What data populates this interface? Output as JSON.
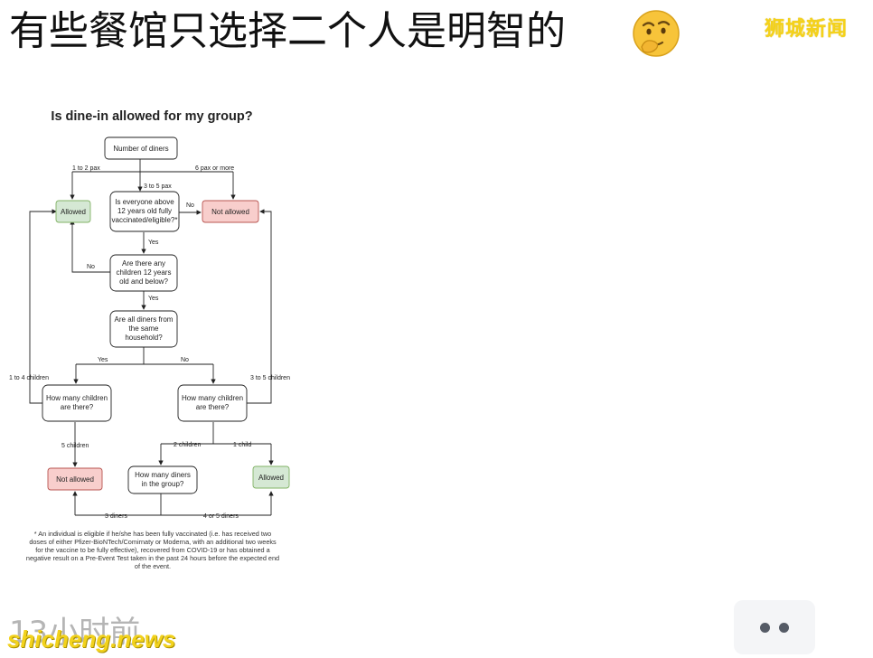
{
  "post": {
    "title": "有些餐馆只选择二个人是明智的",
    "emoji": "thinking-face-icon",
    "brand": "狮城新闻",
    "timestamp": "13小时前",
    "watermark": "shicheng.news"
  },
  "colors": {
    "allowed_fill": "#d5e8d4",
    "allowed_stroke": "#82b366",
    "not_allowed_fill": "#f8cecc",
    "not_allowed_stroke": "#b85450",
    "brand": "#f5d21a"
  },
  "flowchart": {
    "title": "Is dine-in allowed for my group?",
    "nodes": {
      "number_of_diners": [
        "Number of diners"
      ],
      "vaccinated_q": [
        "Is everyone above",
        "12 years old fully",
        "vaccinated/eligible?*"
      ],
      "allowed_top": [
        "Allowed"
      ],
      "not_allowed_top": [
        "Not allowed"
      ],
      "children_q": [
        "Are there any",
        "children 12 years",
        "old and below?"
      ],
      "household_q": [
        "Are all diners from",
        "the same",
        "household?"
      ],
      "how_many_children_left": [
        "How many children",
        "are there?"
      ],
      "how_many_children_right": [
        "How many children",
        "are there?"
      ],
      "not_allowed_bottom": [
        "Not allowed"
      ],
      "how_many_diners": [
        "How many diners",
        "in the group?"
      ],
      "allowed_bottom": [
        "Allowed"
      ]
    },
    "edges": {
      "one_to_two": "1 to 2 pax",
      "three_to_five": "3 to 5 pax",
      "six_or_more": "6 pax or more",
      "no_vacc": "No",
      "yes_vacc": "Yes",
      "no_children": "No",
      "yes_children": "Yes",
      "yes_household": "Yes",
      "no_household": "No",
      "one_to_four_children": "1 to 4 children",
      "three_to_five_children": "3 to 5 children",
      "five_children": "5 children",
      "two_children": "2 children",
      "one_child": "1 child",
      "three_diners": "3 diners",
      "four_or_five_diners": "4 or 5 diners"
    },
    "footnote": [
      "* An individual is eligible if he/she has been fully vaccinated (i.e. has received two",
      "doses of either Pfizer-BioNTech/Comirnaty or Moderna, with an additional two weeks",
      "for the vaccine to be fully effective), recovered from COVID-19 or has obtained a",
      "negative result on a Pre-Event Test taken in the past 24 hours before the expected end",
      "of the event."
    ]
  },
  "actions": {
    "more": "more-dots-icon"
  }
}
